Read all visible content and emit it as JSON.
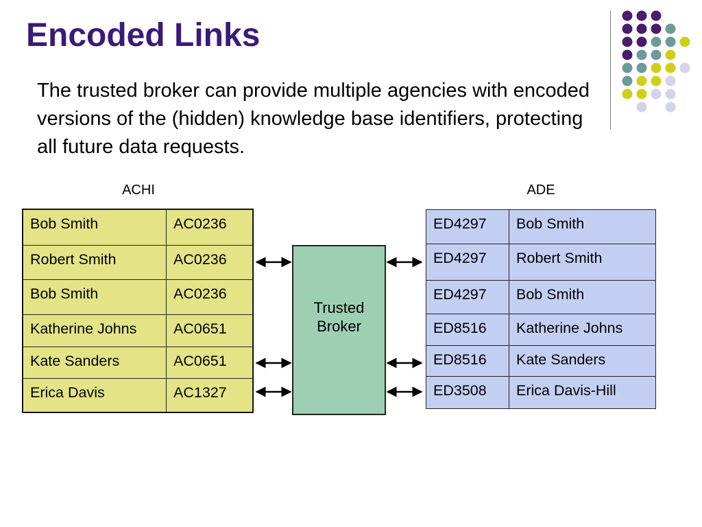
{
  "slide": {
    "title": "Encoded Links",
    "body": "The trusted broker can provide multiple agencies with encoded versions of the (hidden) knowledge base identifiers, protecting all future data requests."
  },
  "achi": {
    "label": "ACHI",
    "rows": [
      [
        "Bob Smith",
        "AC0236"
      ],
      [
        "Robert Smith",
        "AC0236"
      ],
      [
        "Bob Smith",
        "AC0236"
      ],
      [
        "Katherine Johns",
        "AC0651"
      ],
      [
        "Kate Sanders",
        "AC0651"
      ],
      [
        "Erica Davis",
        "AC1327"
      ]
    ]
  },
  "ade": {
    "label": "ADE",
    "rows": [
      [
        "ED4297",
        "Bob Smith"
      ],
      [
        "ED4297",
        "Robert Smith"
      ],
      [
        "ED4297",
        "Bob Smith"
      ],
      [
        "ED8516",
        "Katherine Johns"
      ],
      [
        "ED8516",
        "Kate Sanders"
      ],
      [
        "ED3508",
        "Erica Davis-Hill"
      ]
    ]
  },
  "broker": {
    "line1": "Trusted",
    "line2": "Broker"
  },
  "colors": {
    "title": "#3b1a78",
    "achi_fill": "#e4e487",
    "ade_fill": "#c3cff2",
    "broker_fill": "#9dcfb2",
    "dot_purple": "#4b1c6e",
    "dot_teal": "#6d9a9a",
    "dot_yellow": "#cfcf1a",
    "dot_lavender": "#d3d3ea"
  }
}
